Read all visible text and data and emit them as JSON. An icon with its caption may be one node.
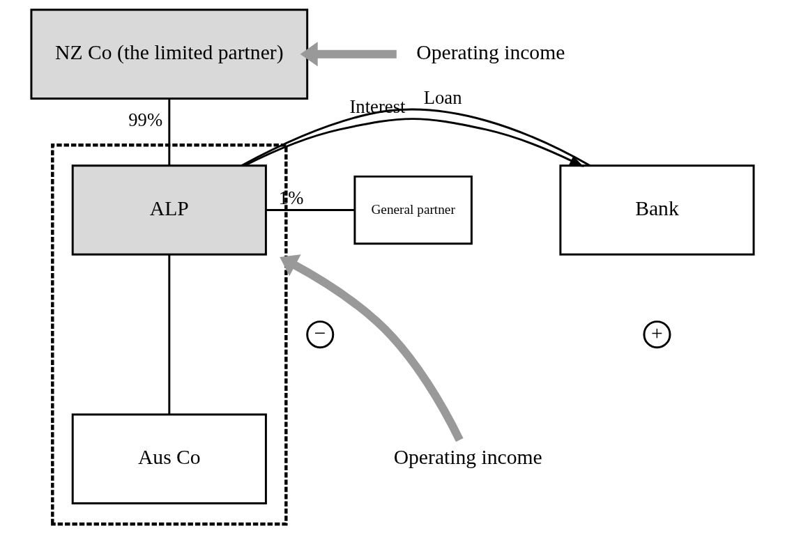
{
  "diagram": {
    "nodes": [
      {
        "text": [
          "NZ Co (the limited partner)"
        ]
      },
      {
        "text": [
          "Operating income"
        ]
      },
      {
        "text": [],
        "shape": "box"
      },
      {
        "text": [
          "General partner"
        ]
      },
      {
        "text": [
          "ALP"
        ],
        "in": 2
      },
      {
        "text": [
          "−"
        ]
      },
      {
        "text": [
          "Bank"
        ]
      },
      {
        "text": [
          "+"
        ]
      },
      {
        "text": [
          "Aus Co"
        ],
        "in": 2
      },
      {
        "text": [
          "Operating income"
        ]
      }
    ],
    "edges": [
      {
        "from": 1,
        "to": 0,
        "arrow": "to",
        "style": "thick",
        "color": "#999999"
      },
      {
        "from": 0,
        "to": 4,
        "arrow": "none",
        "label": "99%"
      },
      {
        "from": 3,
        "to": 4,
        "arrow": "none",
        "label": "1%"
      },
      {
        "from": 4,
        "to": 6,
        "arrow": "to",
        "label": "Interest"
      },
      {
        "from": 4,
        "to": 6,
        "arrow": "none",
        "label": "Loan"
      },
      {
        "from": 4,
        "to": 8,
        "arrow": "none"
      },
      {
        "from": 9,
        "to": 2,
        "arrow": "to",
        "style": "thick",
        "color": "#999999"
      }
    ]
  }
}
